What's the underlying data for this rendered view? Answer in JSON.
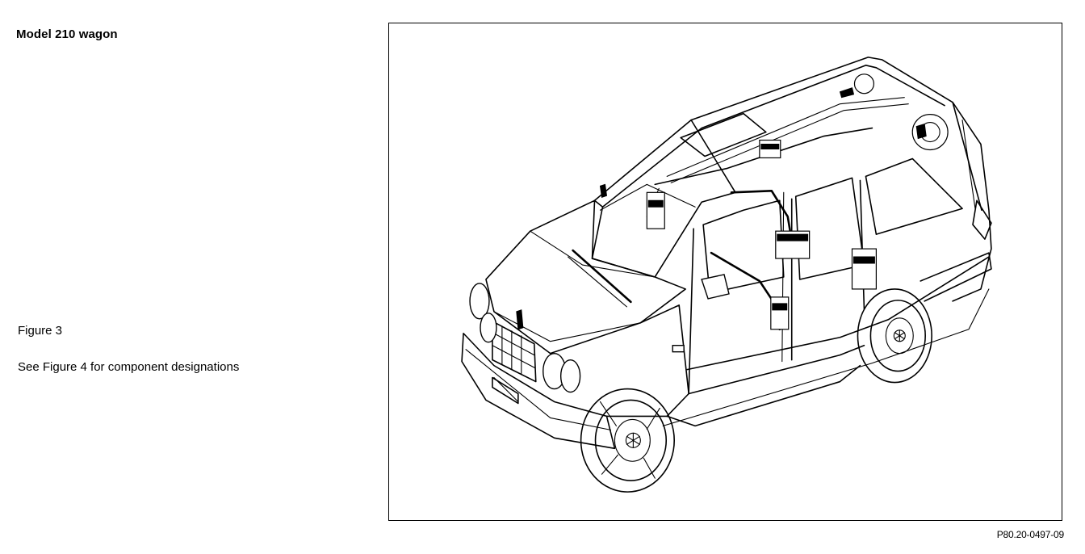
{
  "header": {
    "title": "Model 210 wagon"
  },
  "caption": {
    "figure_label": "Figure 3",
    "note": "See Figure 4 for component designations"
  },
  "figure": {
    "reference_code": "P80.20-0497-09"
  },
  "colors": {
    "ink": "#000000",
    "paper": "#ffffff"
  }
}
